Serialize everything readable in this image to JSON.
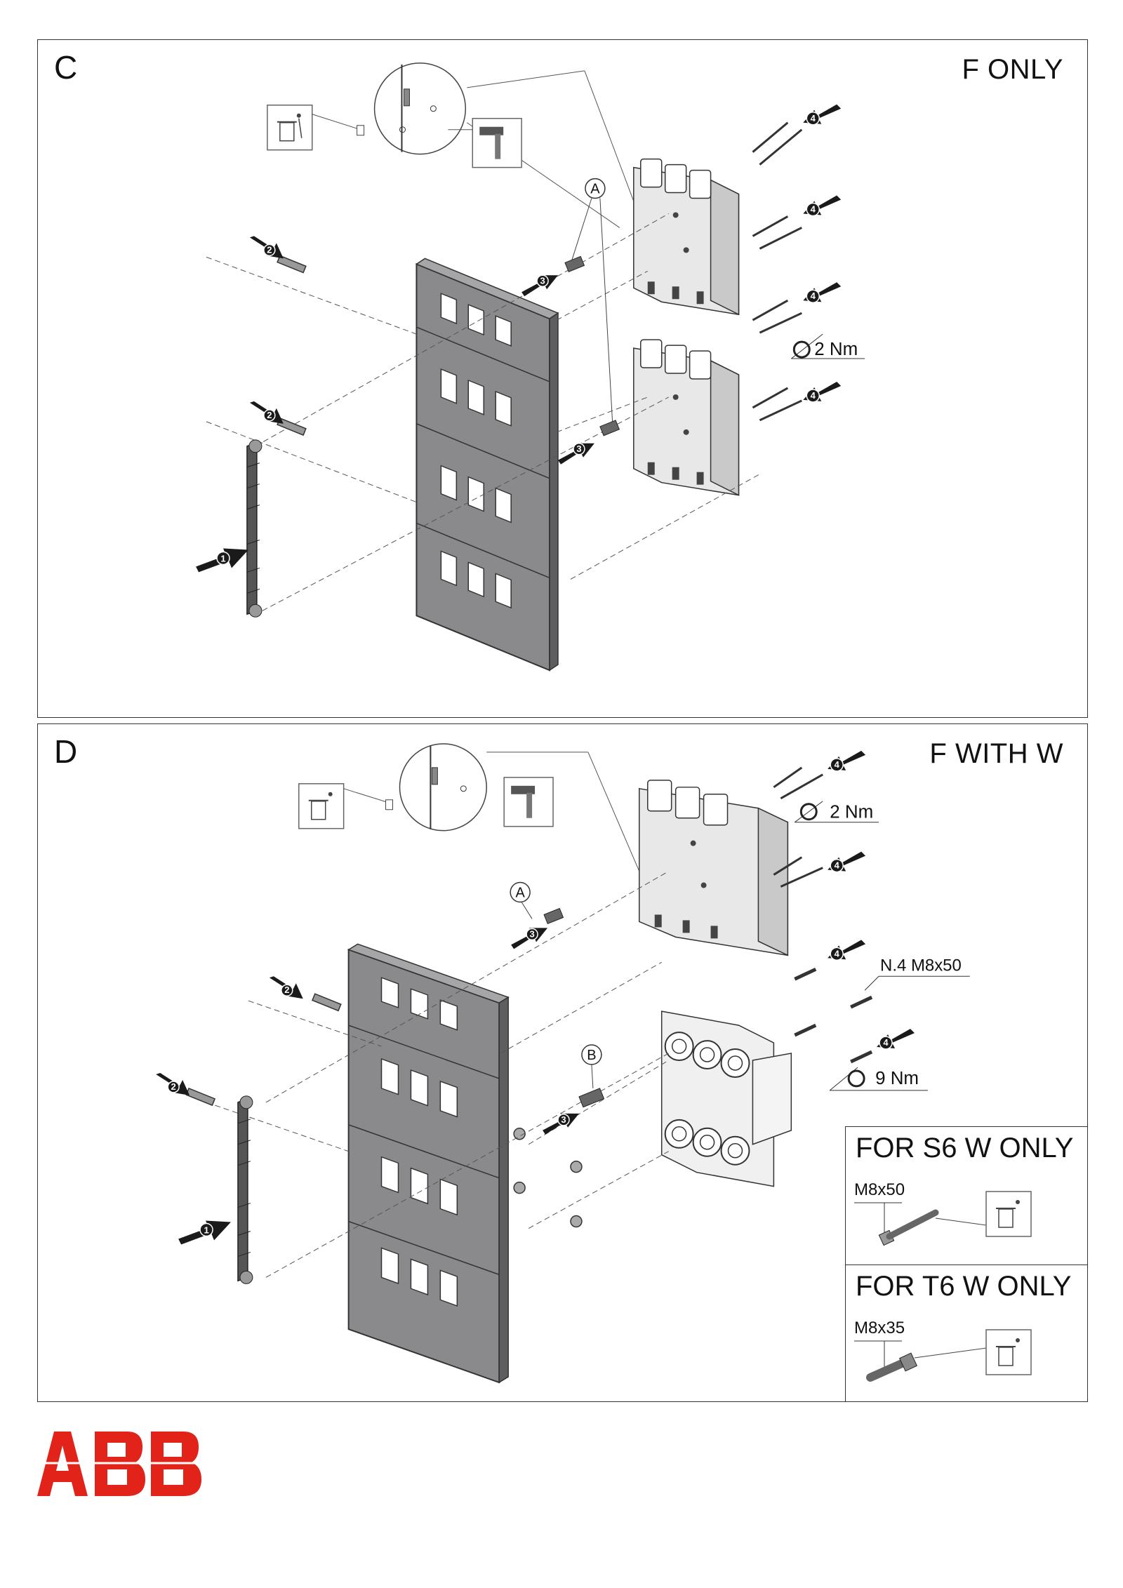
{
  "panels": [
    {
      "letter": "C",
      "mode": "F ONLY",
      "torque": "2 Nm",
      "callouts": {
        "a": "A"
      },
      "steps": [
        "1",
        "2",
        "2",
        "3",
        "3",
        "4",
        "4",
        "4",
        "4"
      ]
    },
    {
      "letter": "D",
      "mode": "F WITH W",
      "torque_top": "2 Nm",
      "torque_bottom": "9 Nm",
      "bolt_spec": "N.4 M8x50",
      "callouts": {
        "a": "A",
        "b": "B"
      },
      "steps": [
        "1",
        "2",
        "2",
        "3",
        "3",
        "4",
        "4",
        "4",
        "4"
      ],
      "inset": [
        {
          "title": "FOR S6 W ONLY",
          "spec": "M8x50",
          "icon": "trash-bin-icon"
        },
        {
          "title": "FOR T6 W ONLY",
          "spec": "M8x35",
          "icon": "trash-bin-icon"
        }
      ]
    }
  ],
  "logo": {
    "text": "ABB",
    "color": "#e2231a"
  },
  "colors": {
    "plate": "#8a8a8c",
    "plate_dark": "#5e5e60",
    "arrow": "#1a1a1a",
    "line": "#333333"
  }
}
